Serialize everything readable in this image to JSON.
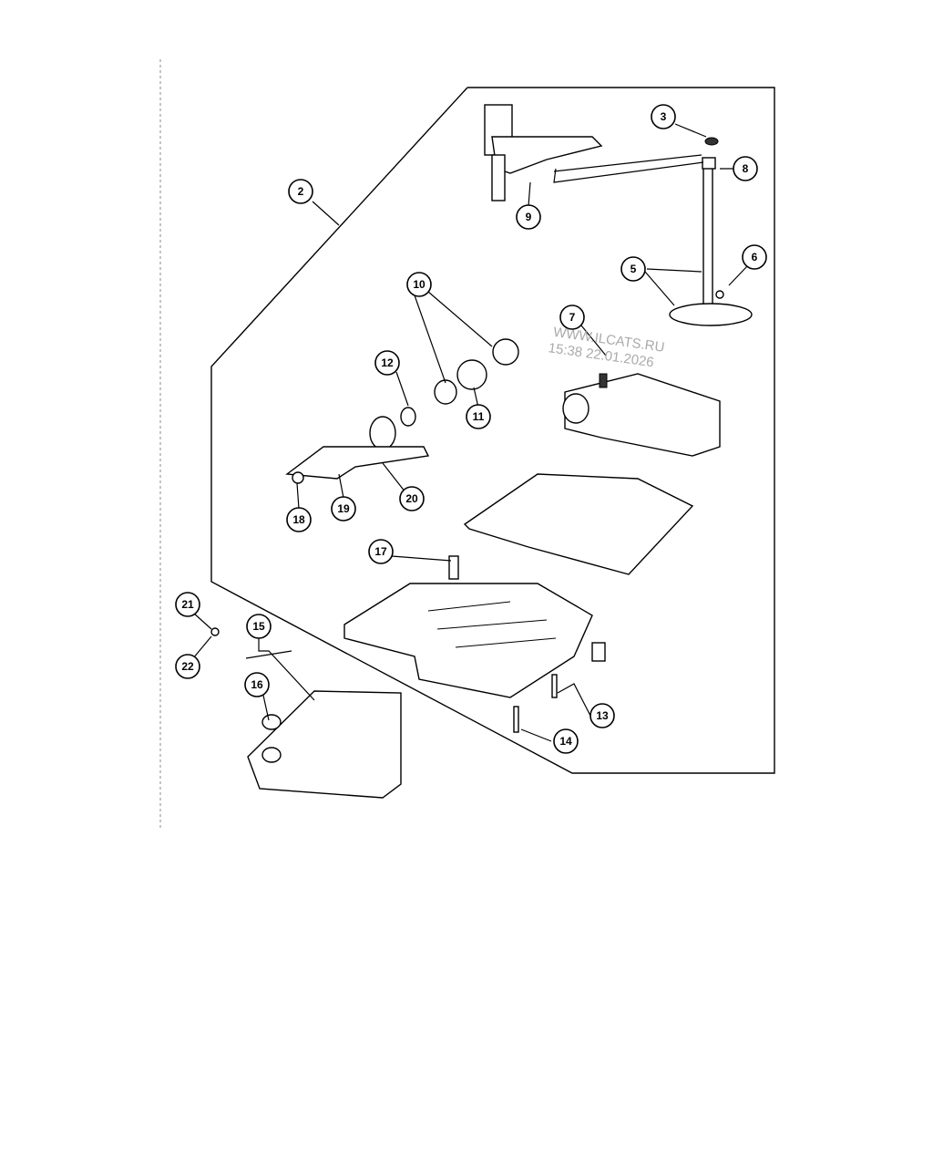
{
  "diagram": {
    "callouts": [
      "2",
      "3",
      "5",
      "6",
      "7",
      "8",
      "9",
      "10",
      "11",
      "12",
      "13",
      "14",
      "15",
      "16",
      "17",
      "18",
      "19",
      "20",
      "21",
      "22"
    ],
    "watermark": {
      "line1": "WWW.ILCATS.RU",
      "line2": "15:38 22.01.2026"
    }
  }
}
